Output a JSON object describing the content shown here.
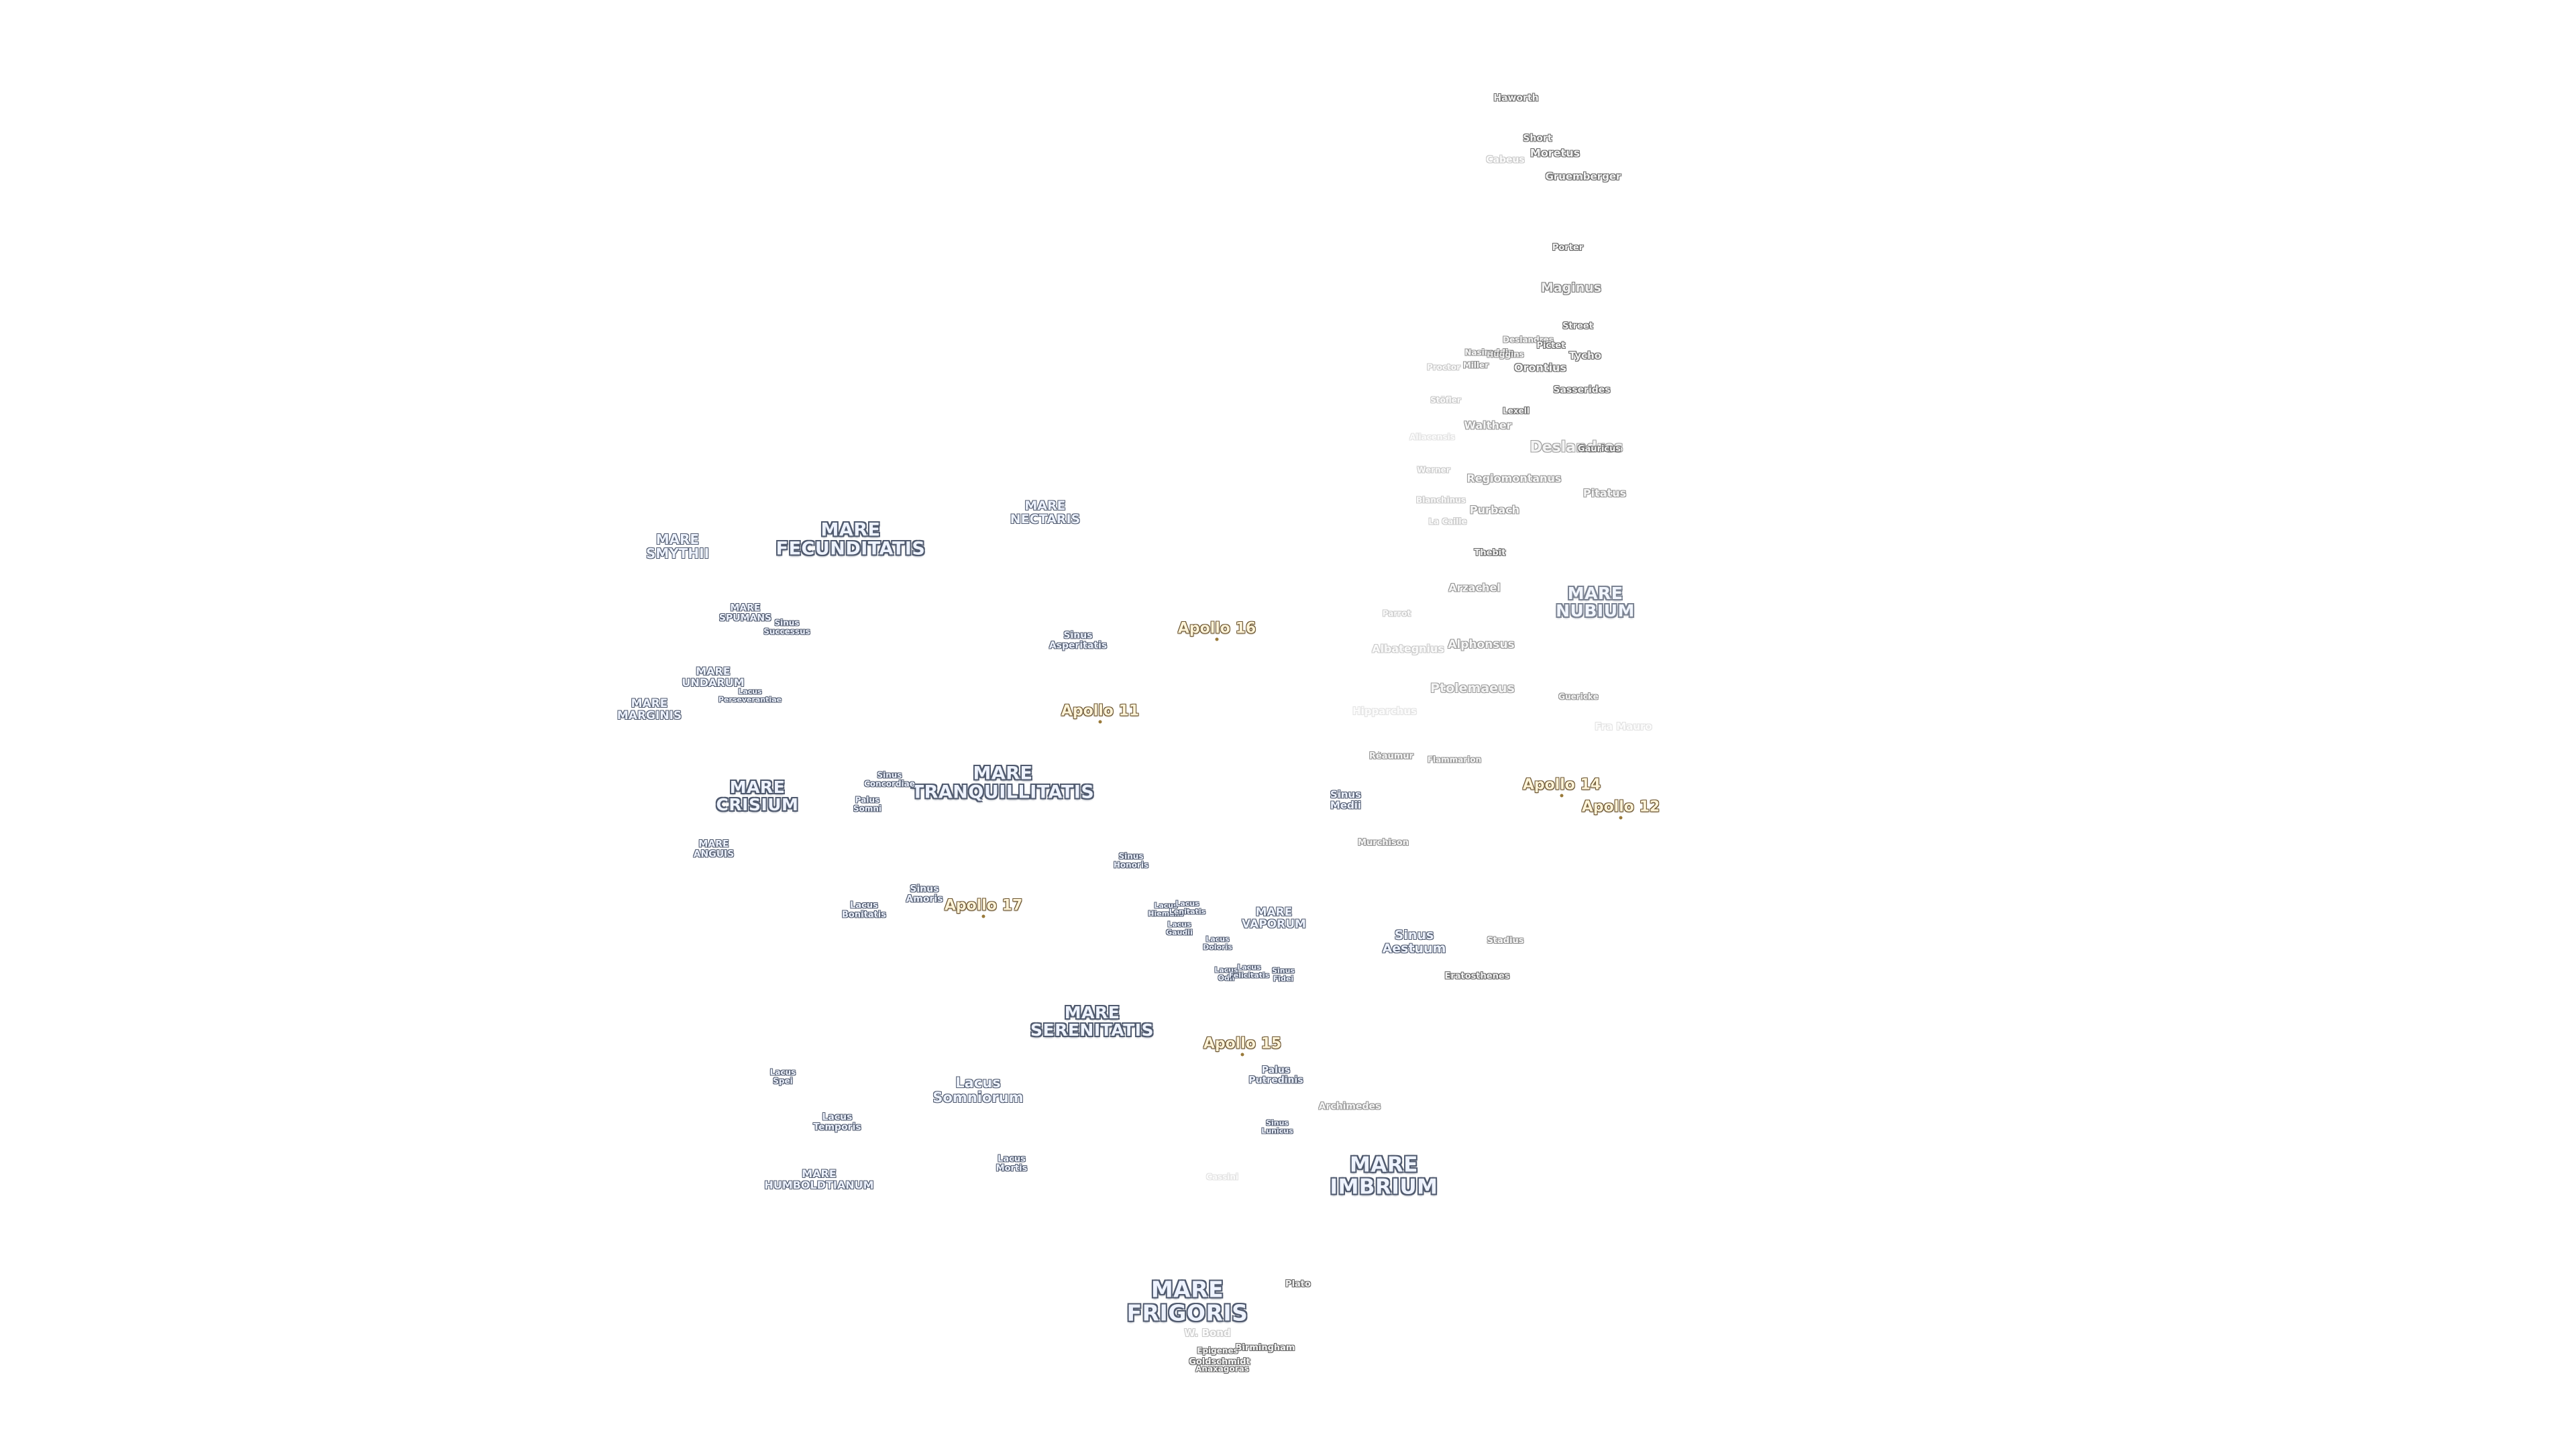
{
  "maria": {
    "fecunditatis": [
      "MARE",
      "FECUNDITATIS"
    ],
    "smythii": [
      "MARE",
      "SMYTHII"
    ],
    "nectaris": [
      "MARE",
      "NECTARIS"
    ],
    "spumans": [
      "MARE",
      "SPUMANS"
    ],
    "undarum": [
      "MARE",
      "UNDARUM"
    ],
    "marginis": [
      "MARE",
      "MARGINIS"
    ],
    "crisium": [
      "MARE",
      "CRISIUM"
    ],
    "tranquillitatis": [
      "MARE",
      "TRANQUILLITATIS"
    ],
    "anguis": [
      "MARE",
      "ANGUIS"
    ],
    "serenitatis": [
      "MARE",
      "SERENITATIS"
    ],
    "vaporum": [
      "MARE",
      "VAPORUM"
    ],
    "humboldtianum": [
      "MARE",
      "HUMBOLDTIANUM"
    ],
    "imbrium": [
      "MARE",
      "IMBRIUM"
    ],
    "frigoris": [
      "MARE",
      "FRIGORIS"
    ],
    "nubium": [
      "MARE",
      "NUBIUM"
    ]
  },
  "features": {
    "sinus_successus": [
      "Sinus",
      "Successus"
    ],
    "lacus_perseverantiae": [
      "Lacus",
      "Perseverantiae"
    ],
    "sinus_asperitatis": [
      "Sinus",
      "Asperitatis"
    ],
    "sinus_concordiae": [
      "Sinus",
      "Concordiae"
    ],
    "palus_somni": [
      "Palus",
      "Somni"
    ],
    "sinus_honoris": [
      "Sinus",
      "Honoris"
    ],
    "sinus_amoris": [
      "Sinus",
      "Amoris"
    ],
    "lacus_bonitatis": [
      "Lacus",
      "Bonitatis"
    ],
    "lacus_hiemalis": [
      "Lacus",
      "Hiemalis"
    ],
    "lacus_lenitatis": [
      "Lacus",
      "Lenitatis"
    ],
    "lacus_gaudii": [
      "Lacus",
      "Gaudii"
    ],
    "lacus_doloris": [
      "Lacus",
      "Doloris"
    ],
    "lacus_odii": [
      "Lacus",
      "Odii"
    ],
    "lacus_felicitatis": [
      "Lacus",
      "Felicitatis"
    ],
    "sinus_fidei": [
      "Sinus",
      "Fidei"
    ],
    "sinus_medii": [
      "Sinus",
      "Medii"
    ],
    "sinus_aestuum": [
      "Sinus",
      "Aestuum"
    ],
    "lacus_spei": [
      "Lacus",
      "Spei"
    ],
    "lacus_somniorum": [
      "Lacus",
      "Somniorum"
    ],
    "lacus_temporis": [
      "Lacus",
      "Temporis"
    ],
    "lacus_mortis": [
      "Lacus",
      "Mortis"
    ],
    "palus_putredinis": [
      "Palus",
      "Putredinis"
    ],
    "sinus_lunicus": [
      "Sinus",
      "Lunicus"
    ]
  },
  "craters": {
    "haworth": "Haworth",
    "short": "Short",
    "moretus": "Moretus",
    "cabeus": "Cabeus",
    "gruemberger": "Gruemberger",
    "porter": "Porter",
    "maginus": "Maginus",
    "street": "Street",
    "deslandres_small": "Deslandres",
    "pictet": "Pictet",
    "tycho": "Tycho",
    "proctor": "Proctor",
    "nasireddin": "Nasireddin",
    "huggins": "Huggins",
    "miller": "Miller",
    "orontius": "Orontius",
    "sasserides": "Sasserides",
    "stoefler": "Stöfler",
    "lexell": "Lexell",
    "walther": "Walther",
    "deslandres": "Deslandres",
    "gauricus": "Gauricus",
    "aliacensis": "Aliacensis",
    "werner": "Werner",
    "regiomontanus": "Regiomontanus",
    "blanchinus": "Blanchinus",
    "purbach": "Purbach",
    "pitatus": "Pitatus",
    "la_caille": "La Caille",
    "thebit": "Thebit",
    "arzachel": "Arzachel",
    "parrot": "Parrot",
    "alphonsus": "Alphonsus",
    "albategnius": "Albategnius",
    "ptolemaeus": "Ptolemaeus",
    "guericke": "Guericke",
    "hipparchus": "Hipparchus",
    "fra_mauro": "Fra Mauro",
    "reaumur": "Réaumur",
    "flammarion": "Flammarion",
    "murchison": "Murchison",
    "stadius": "Stadius",
    "eratosthenes": "Eratosthenes",
    "archimedes": "Archimedes",
    "cassini": "Cassini",
    "plato": "Plato",
    "w_bond": "W. Bond",
    "birmingham": "Birmingham",
    "epigenes": "Epigenes",
    "goldschmidt": "Goldschmidt",
    "anaxagoras": "Anaxagoras"
  },
  "apollo_sites": {
    "a11": "Apollo 11",
    "a12": "Apollo 12",
    "a14": "Apollo 14",
    "a15": "Apollo 15",
    "a16": "Apollo 16",
    "a17": "Apollo 17"
  },
  "colors": {
    "mare_text": "#eef3ff",
    "mare_outline": "#505a6e",
    "crater_outline": "#666666",
    "apollo_text": "#fff4d8",
    "apollo_outline": "#6a5430",
    "background": "#ffffff"
  }
}
